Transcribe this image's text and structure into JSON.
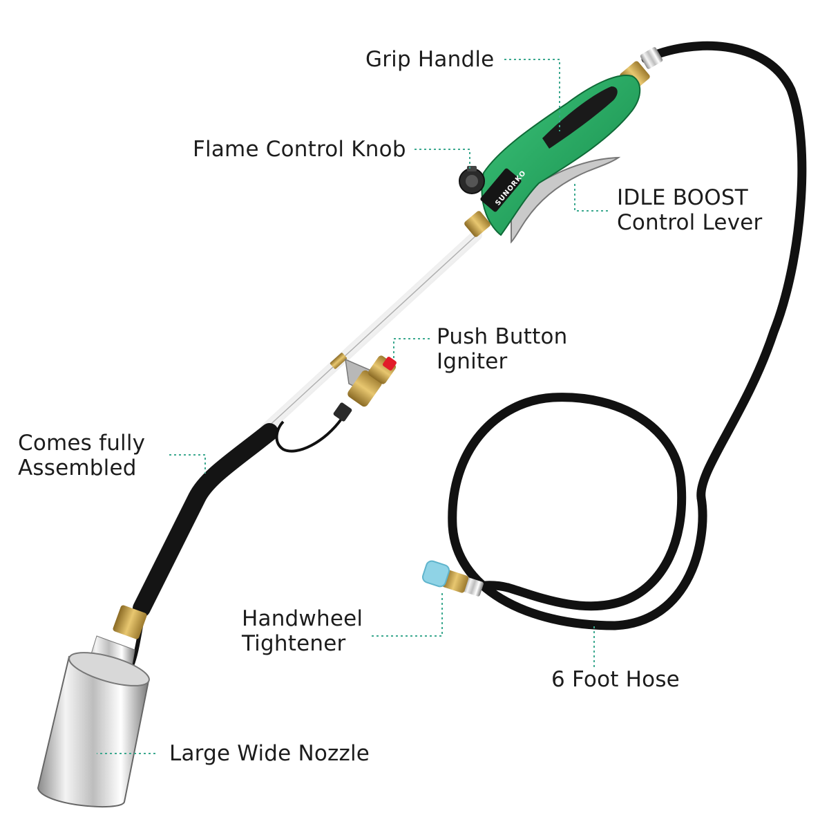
{
  "brand": {
    "handle_logo_text": "SUNORKO"
  },
  "colors": {
    "handle_green": "#22a85f",
    "grip_black": "#1a1a1a",
    "leader_line": "#3aa88e",
    "brass": "#c9a24a",
    "hose": "#111111"
  },
  "callouts": {
    "grip_handle": "Grip Handle",
    "flame_control_knob": "Flame Control Knob",
    "idle_boost_line1": "IDLE BOOST",
    "idle_boost_line2": "Control Lever",
    "push_button_line1": "Push Button",
    "push_button_line2": "Igniter",
    "assembled_line1": "Comes fully",
    "assembled_line2": "Assembled",
    "handwheel_line1": "Handwheel",
    "handwheel_line2": "Tightener",
    "hose": "6 Foot Hose",
    "nozzle": "Large Wide Nozzle"
  }
}
